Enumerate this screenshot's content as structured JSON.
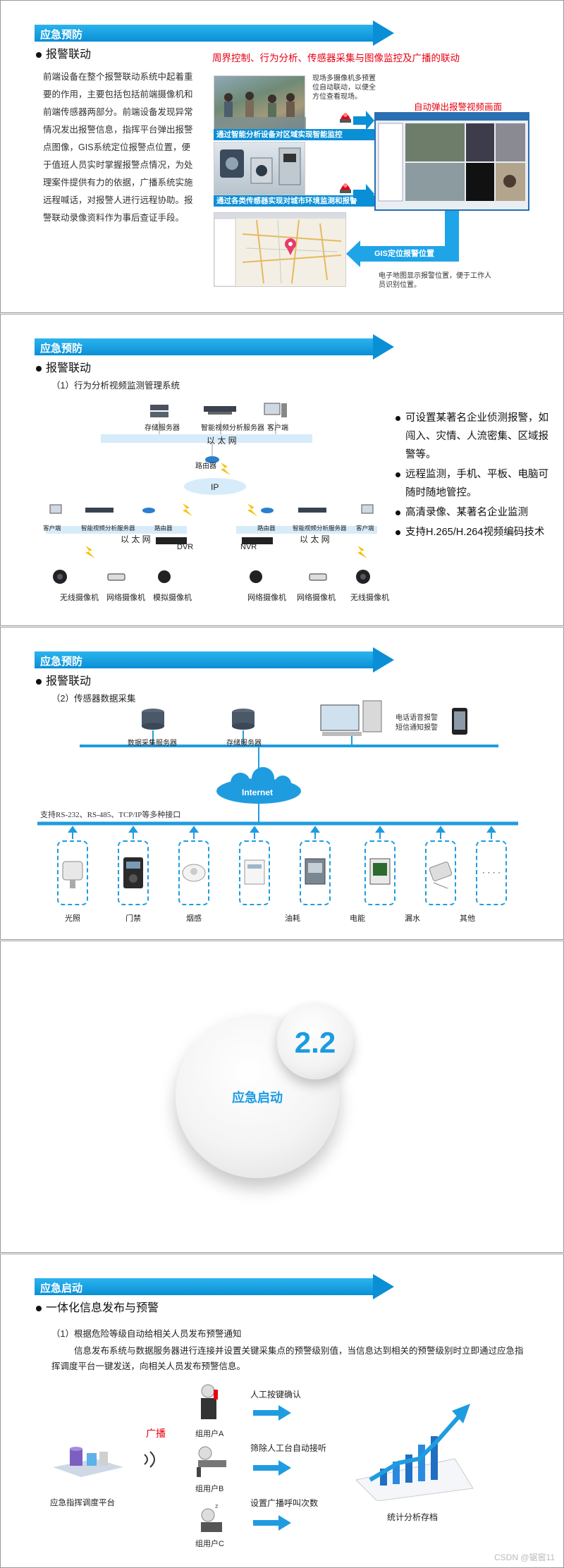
{
  "slide1": {
    "banner": "应急预防",
    "heading": "报警联动",
    "paragraph": "前端设备在整个报警联动系统中起着重要的作用，主要包括包括前端摄像机和前端传感器两部分。前端设备发现异常情况发出报警信息，指挥平台弹出报警点图像，GIS系统定位报警点位置，便于值班人员实时掌握报警点情况，为处理案件提供有力的依据，广播系统实施远程喊话，对报警人进行远程协助。报警联动录像资料作为事后查证手段。",
    "caption_red": "周界控制、行为分析、传感器采集与图像监控及广播的联动",
    "note_cameras": "现场多摄像机多预置位自动联动，以便全方位查看现场。",
    "popup_label": "自动弹出报警视频画面",
    "strip1": "通过智能分析设备对区域实现智能监控",
    "strip2": "通过各类传感器实现对城市环境监测和报警",
    "gis_label": "GIS定位报警位置",
    "map_note": "电子地图显示报警位置，便于工作人员识别位置。"
  },
  "slide2": {
    "banner": "应急预防",
    "heading": "报警联动",
    "sub": "（1）行为分析视频监测管理系统",
    "top_nodes": [
      "存储服务器",
      "智能视频分析服务器",
      "客户端"
    ],
    "ethernet": "以 太 网",
    "router": "路由器",
    "ip": "IP",
    "left_nodes": [
      "客户端",
      "智能视频分析服务器",
      "路由器"
    ],
    "right_nodes": [
      "路由器",
      "智能视频分析服务器",
      "客户端"
    ],
    "dvr": "DVR",
    "nvr": "NVR",
    "cameras_left": [
      "无线摄像机",
      "网络摄像机",
      "模拟摄像机"
    ],
    "cameras_right": [
      "网络摄像机",
      "网络摄像机",
      "无线摄像机"
    ],
    "features": [
      "可设置某著名企业侦测报警，如闯入、灾情、人流密集、区域报警等。",
      "远程监测，手机、平板、电脑可随时随地管控。",
      "高清录像、某著名企业监测",
      "支持H.265/H.264视频编码技术"
    ]
  },
  "slide3": {
    "banner": "应急预防",
    "heading": "报警联动",
    "sub": "（2）传感器数据采集",
    "servers": [
      "数据采集服务器",
      "存储服务器"
    ],
    "alarm_notes": [
      "电话语音报警",
      "短信通知报警"
    ],
    "internet": "Internet",
    "interface_note": "支持RS-232、RS-485、TCP/IP等多种接口",
    "sensors": [
      "光照",
      "门禁",
      "烟感",
      "",
      "油耗",
      "电能",
      "漏水",
      "其他"
    ],
    "dots": "· · · ·"
  },
  "slide4": {
    "number": "2.2",
    "title": "应急启动"
  },
  "slide5": {
    "banner": "应急启动",
    "heading": "一体化信息发布与预警",
    "sub": "（1）根据危险等级自动给相关人员发布预警通知",
    "body1": "信息发布系统与数据服务器进行连接并设置关键采集点的预警级别值，当信息达到相关的预警级别时立即通过应急指",
    "body2": "挥调度平台一键发送，向相关人员发布预警信息。",
    "broadcast": "广播",
    "platform": "应急指挥调度平台",
    "users": [
      "组用户A",
      "组用户B",
      "组用户C"
    ],
    "actions": [
      "人工按键确认",
      "筛除人工台自动接听",
      "设置广播呼叫次数"
    ],
    "analysis": "统计分析存档",
    "watermark": "CSDN @锯窖11"
  },
  "colors": {
    "accent": "#0a8fd6",
    "alert_red": "#e60012",
    "number_blue": "#1a9be3"
  }
}
